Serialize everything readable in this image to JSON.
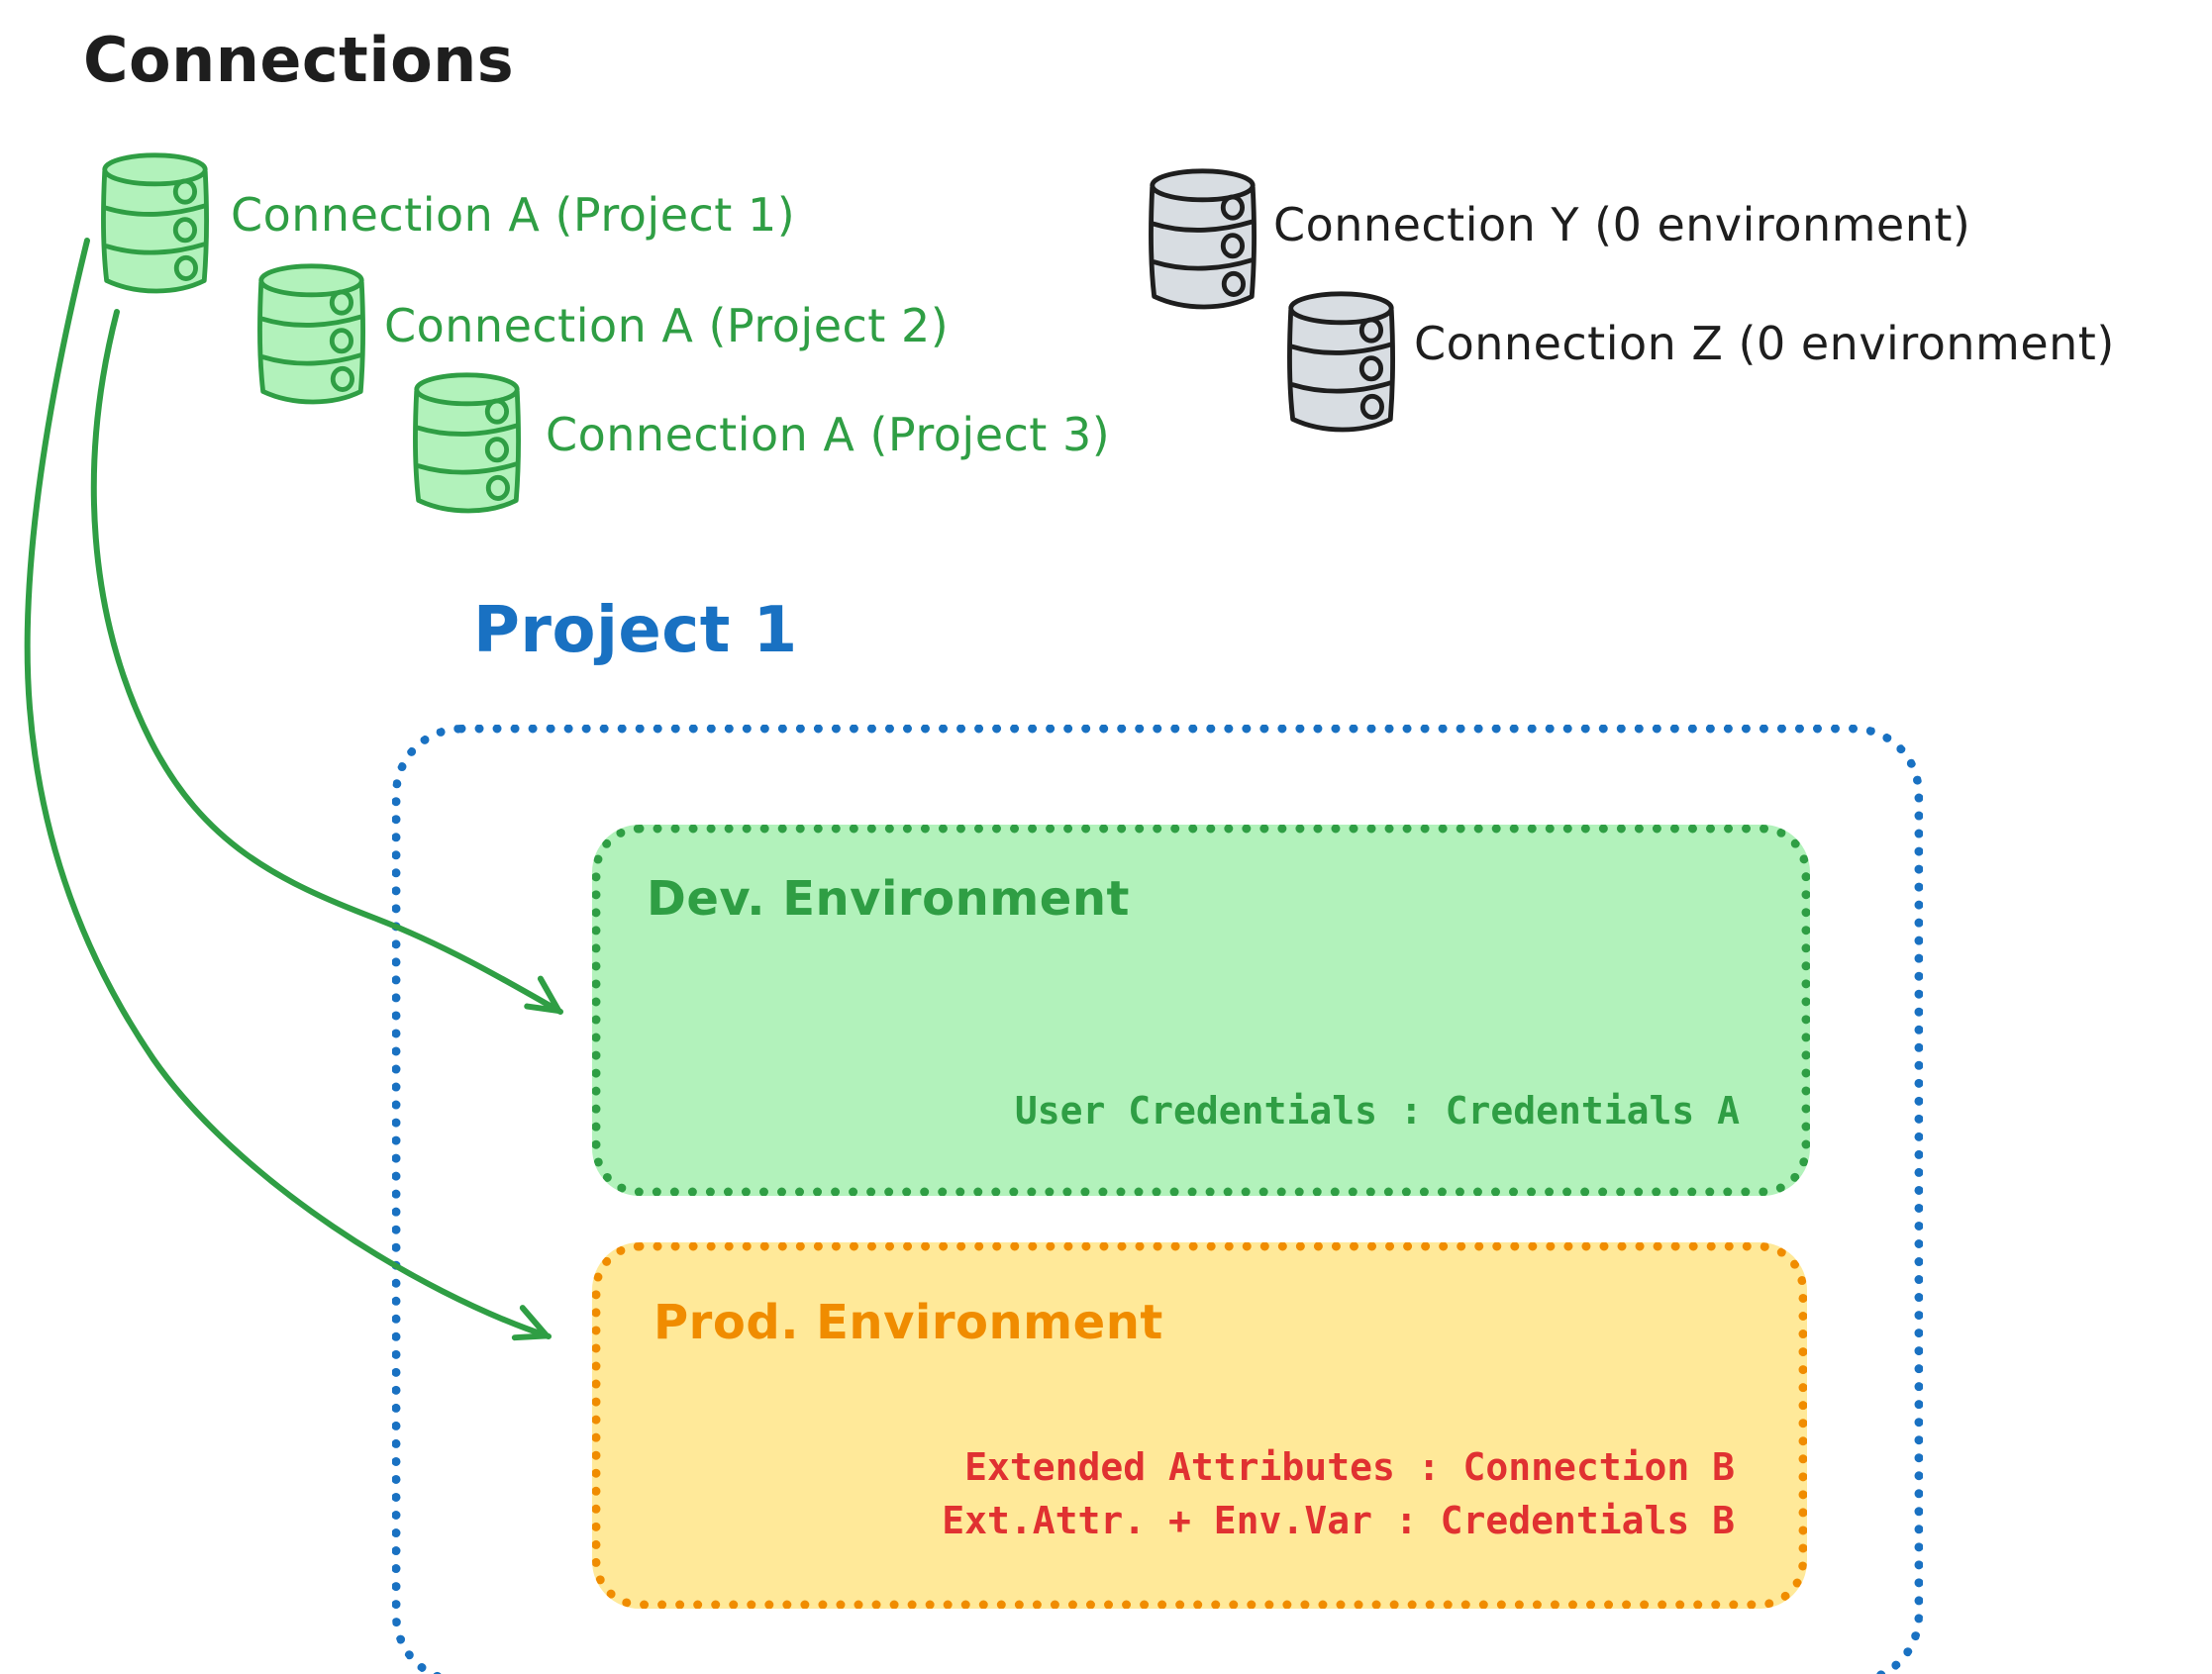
{
  "diagram": {
    "title": "Connections",
    "project": {
      "title": "Project 1",
      "dev_environment": {
        "label": "Dev. Environment",
        "mapping": "User Credentials : Credentials A"
      },
      "prod_environment": {
        "label": "Prod. Environment",
        "mapping_line1": "Extended Attributes : Connection B",
        "mapping_line2": "Ext.Attr. + Env.Var : Credentials B"
      }
    },
    "green_connections": [
      {
        "label": "Connection A (Project 1)"
      },
      {
        "label": "Connection A (Project 2)"
      },
      {
        "label": "Connection A (Project 3)"
      }
    ],
    "gray_connections": [
      {
        "label": "Connection Y (0 environment)"
      },
      {
        "label": "Connection Z (0 environment)"
      }
    ],
    "colors": {
      "green_stroke": "#2f9e44",
      "green_fill": "#b2f2bb",
      "blue": "#1971c2",
      "orange_stroke": "#f08c00",
      "orange_fill": "#ffe999",
      "red": "#e03131",
      "ink": "#1e1e1e",
      "gray_fill": "#d8dde2"
    }
  }
}
